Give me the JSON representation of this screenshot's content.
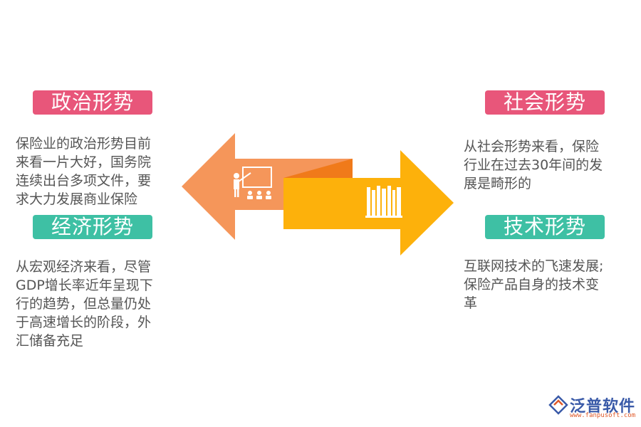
{
  "sections": {
    "politics": {
      "title": "政治形势",
      "color": "#e8567a",
      "lines": [
        "保险业的政治形势目前",
        "来看一片大好，国务院",
        "连续出台多项文件，要",
        "求大力发展商业保险"
      ]
    },
    "economy": {
      "title": "经济形势",
      "color": "#3ec0a4",
      "lines": [
        "从宏观经济来看，尽管",
        "GDP增长率近年呈现下",
        "行的趋势，但总量仍处",
        "于高速增长的阶段，外",
        "汇储备充足"
      ]
    },
    "society": {
      "title": "社会形势",
      "color": "#e8567a",
      "lines": [
        "从社会形势来看，保险",
        "行业在过去30年间的发",
        "展是畸形的"
      ]
    },
    "technology": {
      "title": "技术形势",
      "color": "#3ec0a4",
      "lines": [
        "互联网技术的飞速发展;",
        "保险产品自身的技术变",
        "革"
      ]
    }
  },
  "arrows": {
    "left_color": "#f5965a",
    "left_fold_color": "#f07a1a",
    "right_color": "#fdb10b",
    "left_icon": "teacher-presentation-icon",
    "right_icon": "books-icon"
  },
  "logo": {
    "name": "泛普软件",
    "url": "www.fanpusoft.com",
    "icon": "fanpu-logo-icon"
  }
}
